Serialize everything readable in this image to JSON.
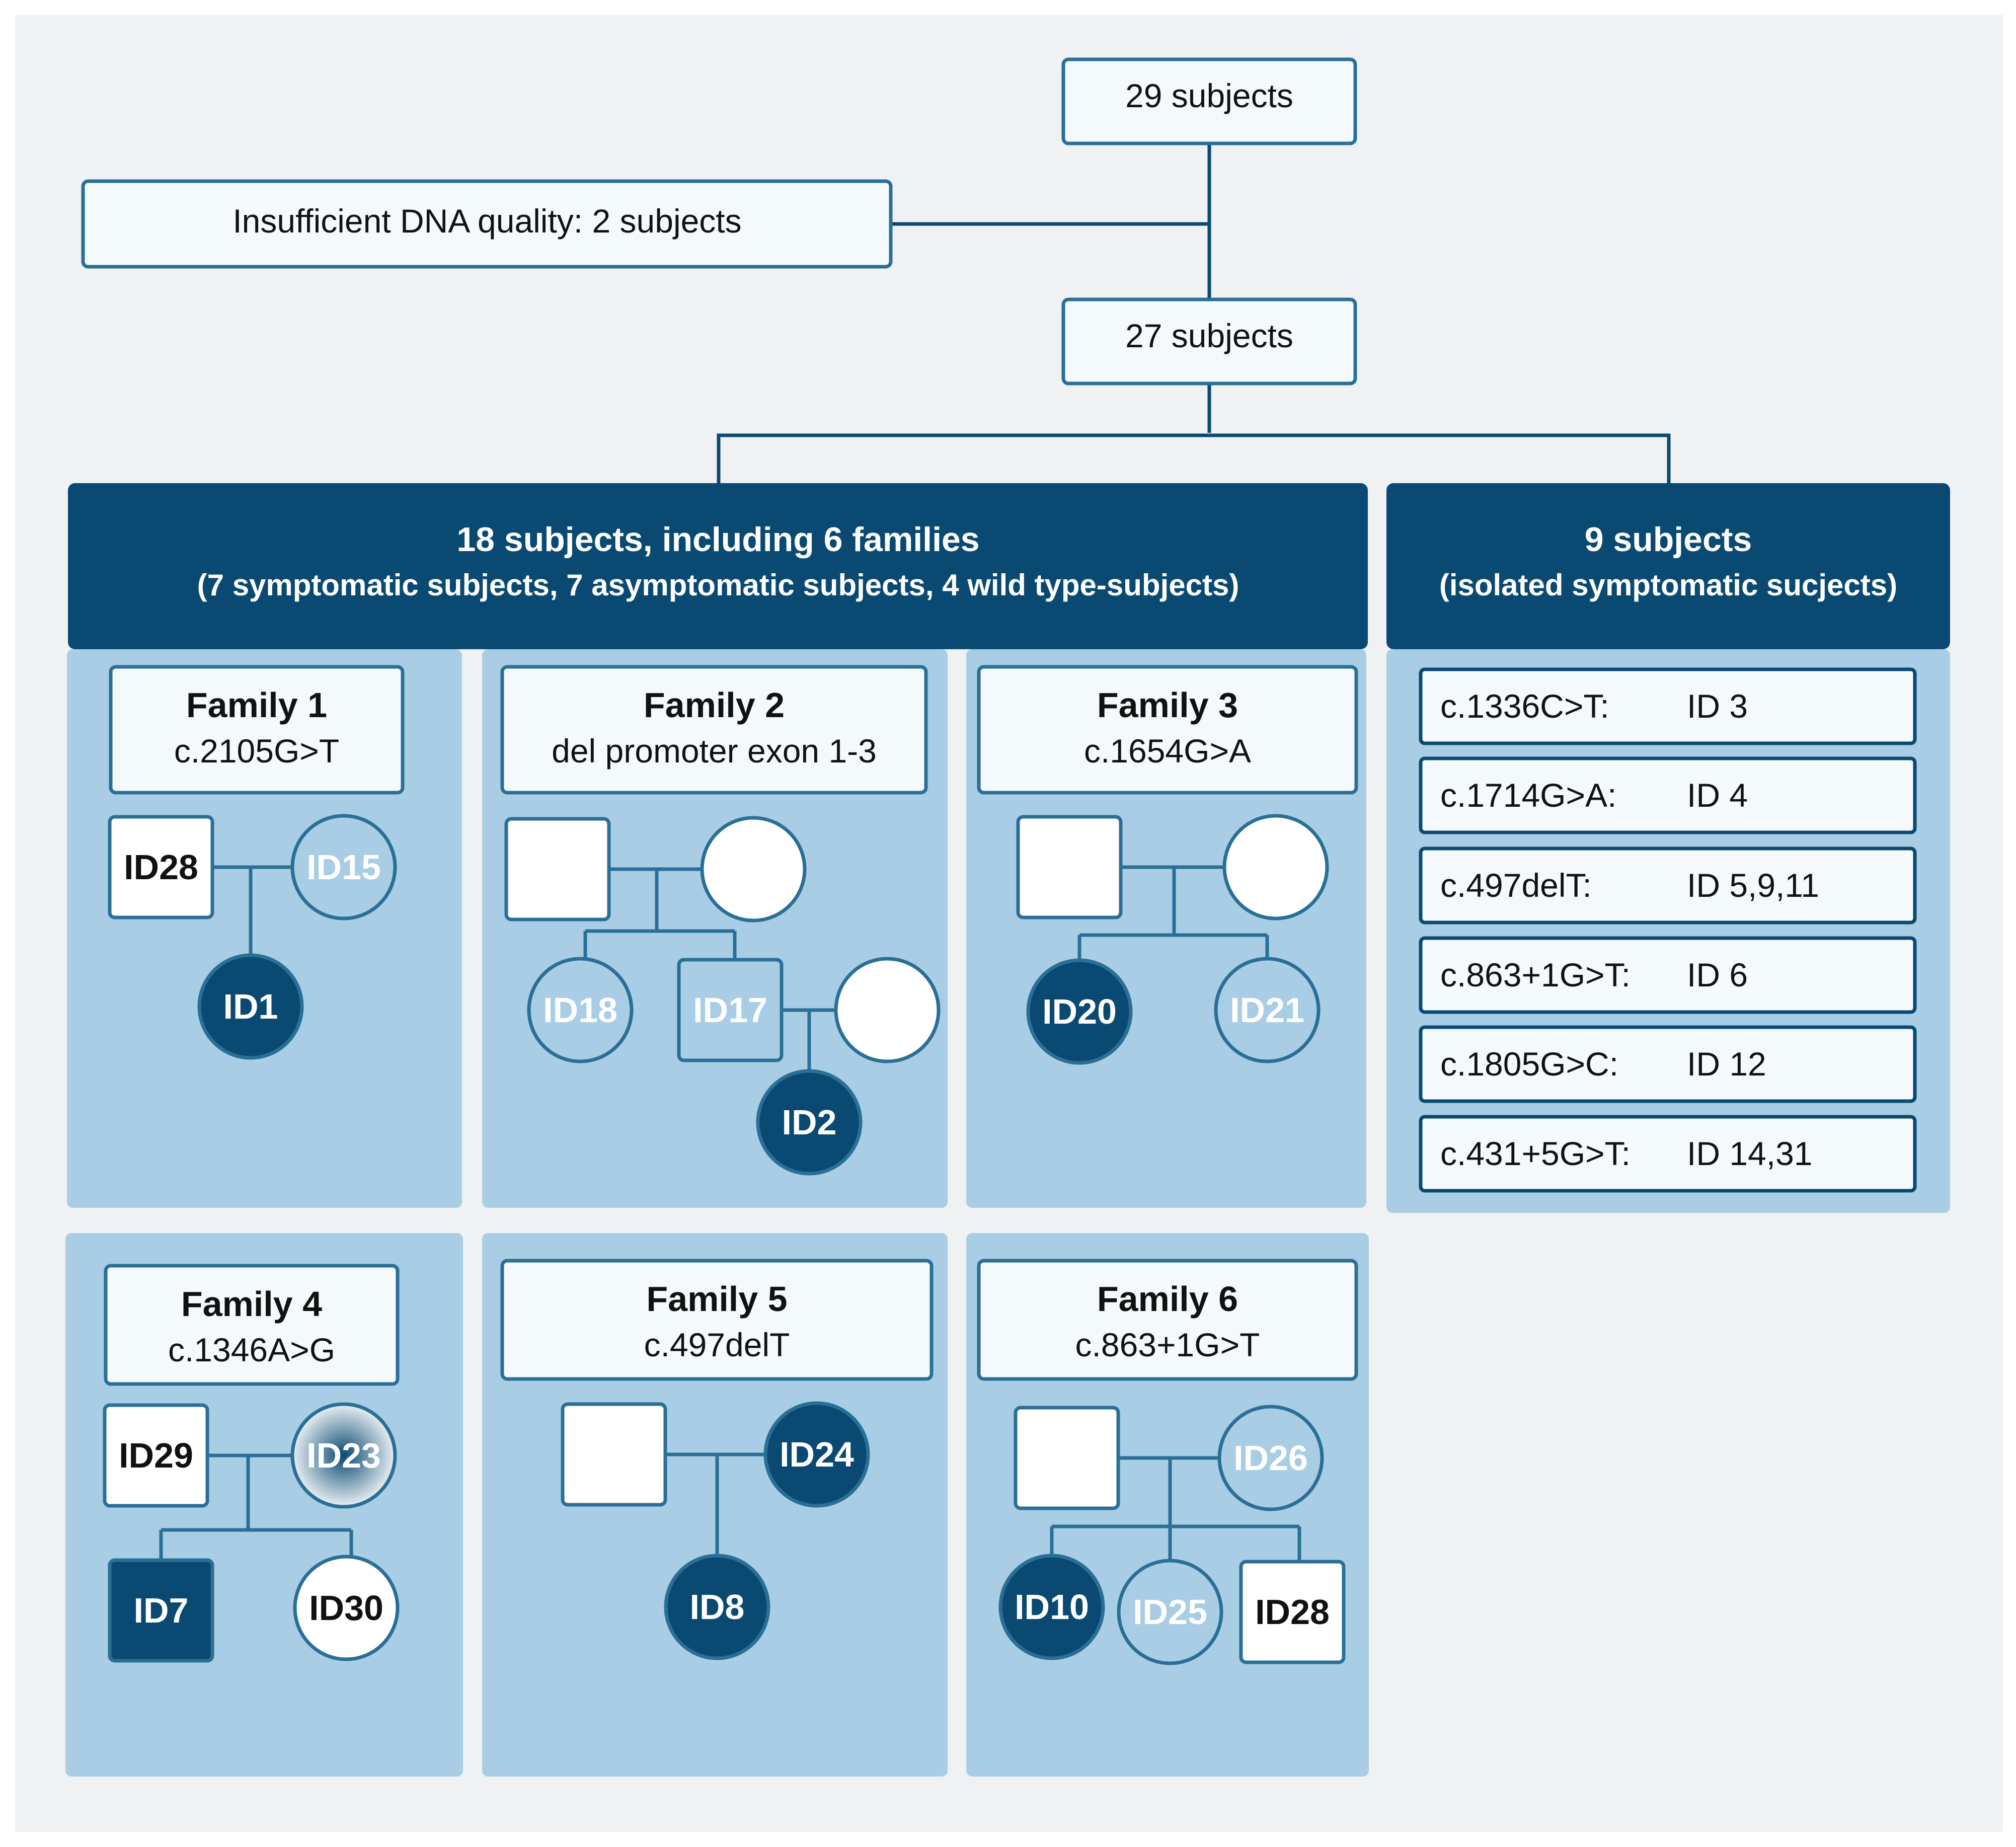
{
  "flow": {
    "start": "29 subjects",
    "excluded": "Insufficient DNA quality: 2 subjects",
    "analyzed": "27 subjects"
  },
  "families_panel": {
    "title": "18 subjects, including 6 families",
    "subtitle": "(7 symptomatic subjects, 7 asymptomatic subjects, 4 wild type-subjects)"
  },
  "isolated_panel": {
    "title": "9 subjects",
    "subtitle": "(isolated symptomatic sucjects)",
    "variants": [
      {
        "variant": "c.1336C>T:",
        "ids": "ID 3"
      },
      {
        "variant": "c.1714G>A:",
        "ids": "ID 4"
      },
      {
        "variant": "c.497delT:",
        "ids": "ID 5,9,11"
      },
      {
        "variant": "c.863+1G>T:",
        "ids": "ID 6"
      },
      {
        "variant": "c.1805G>C:",
        "ids": "ID 12"
      },
      {
        "variant": "c.431+5G>T:",
        "ids": "ID 14,31"
      }
    ]
  },
  "families": [
    {
      "name": "Family 1",
      "variant": "c.2105G>T",
      "members": [
        {
          "label": "ID28",
          "shape": "square",
          "status": "wildtype"
        },
        {
          "label": "ID15",
          "shape": "circle",
          "status": "asymptomatic"
        },
        {
          "label": "ID1",
          "shape": "circle",
          "status": "symptomatic"
        }
      ]
    },
    {
      "name": "Family 2",
      "variant": "del promoter exon 1-3",
      "members": [
        {
          "label": "",
          "shape": "square",
          "status": "untested"
        },
        {
          "label": "",
          "shape": "circle",
          "status": "untested"
        },
        {
          "label": "ID18",
          "shape": "circle",
          "status": "asymptomatic"
        },
        {
          "label": "ID17",
          "shape": "square",
          "status": "asymptomatic"
        },
        {
          "label": "",
          "shape": "circle",
          "status": "untested"
        },
        {
          "label": "ID2",
          "shape": "circle",
          "status": "symptomatic"
        }
      ]
    },
    {
      "name": "Family 3",
      "variant": "c.1654G>A",
      "members": [
        {
          "label": "",
          "shape": "square",
          "status": "untested"
        },
        {
          "label": "",
          "shape": "circle",
          "status": "untested"
        },
        {
          "label": "ID20",
          "shape": "circle",
          "status": "symptomatic"
        },
        {
          "label": "ID21",
          "shape": "circle",
          "status": "asymptomatic"
        }
      ]
    },
    {
      "name": "Family 4",
      "variant": "c.1346A>G",
      "members": [
        {
          "label": "ID29",
          "shape": "square",
          "status": "wildtype"
        },
        {
          "label": "ID23",
          "shape": "circle",
          "status": "asymptomatic-gradient"
        },
        {
          "label": "ID7",
          "shape": "square",
          "status": "symptomatic"
        },
        {
          "label": "ID30",
          "shape": "circle",
          "status": "wildtype"
        }
      ]
    },
    {
      "name": "Family 5",
      "variant": "c.497delT",
      "members": [
        {
          "label": "",
          "shape": "square",
          "status": "untested"
        },
        {
          "label": "ID24",
          "shape": "circle",
          "status": "symptomatic"
        },
        {
          "label": "ID8",
          "shape": "circle",
          "status": "symptomatic"
        }
      ]
    },
    {
      "name": "Family 6",
      "variant": "c.863+1G>T",
      "members": [
        {
          "label": "",
          "shape": "square",
          "status": "untested"
        },
        {
          "label": "ID26",
          "shape": "circle",
          "status": "asymptomatic"
        },
        {
          "label": "ID10",
          "shape": "circle",
          "status": "symptomatic"
        },
        {
          "label": "ID25",
          "shape": "circle",
          "status": "asymptomatic"
        },
        {
          "label": "ID28",
          "shape": "square",
          "status": "wildtype"
        }
      ]
    }
  ],
  "colors": {
    "background": "#f0f1f3",
    "dark_blue": "#0a4a72",
    "panel_light_blue": "#a9cde5",
    "node_fill": "#f4f9fc",
    "asymptomatic_fill": "#a9cde5",
    "line": "#2a6f96"
  }
}
